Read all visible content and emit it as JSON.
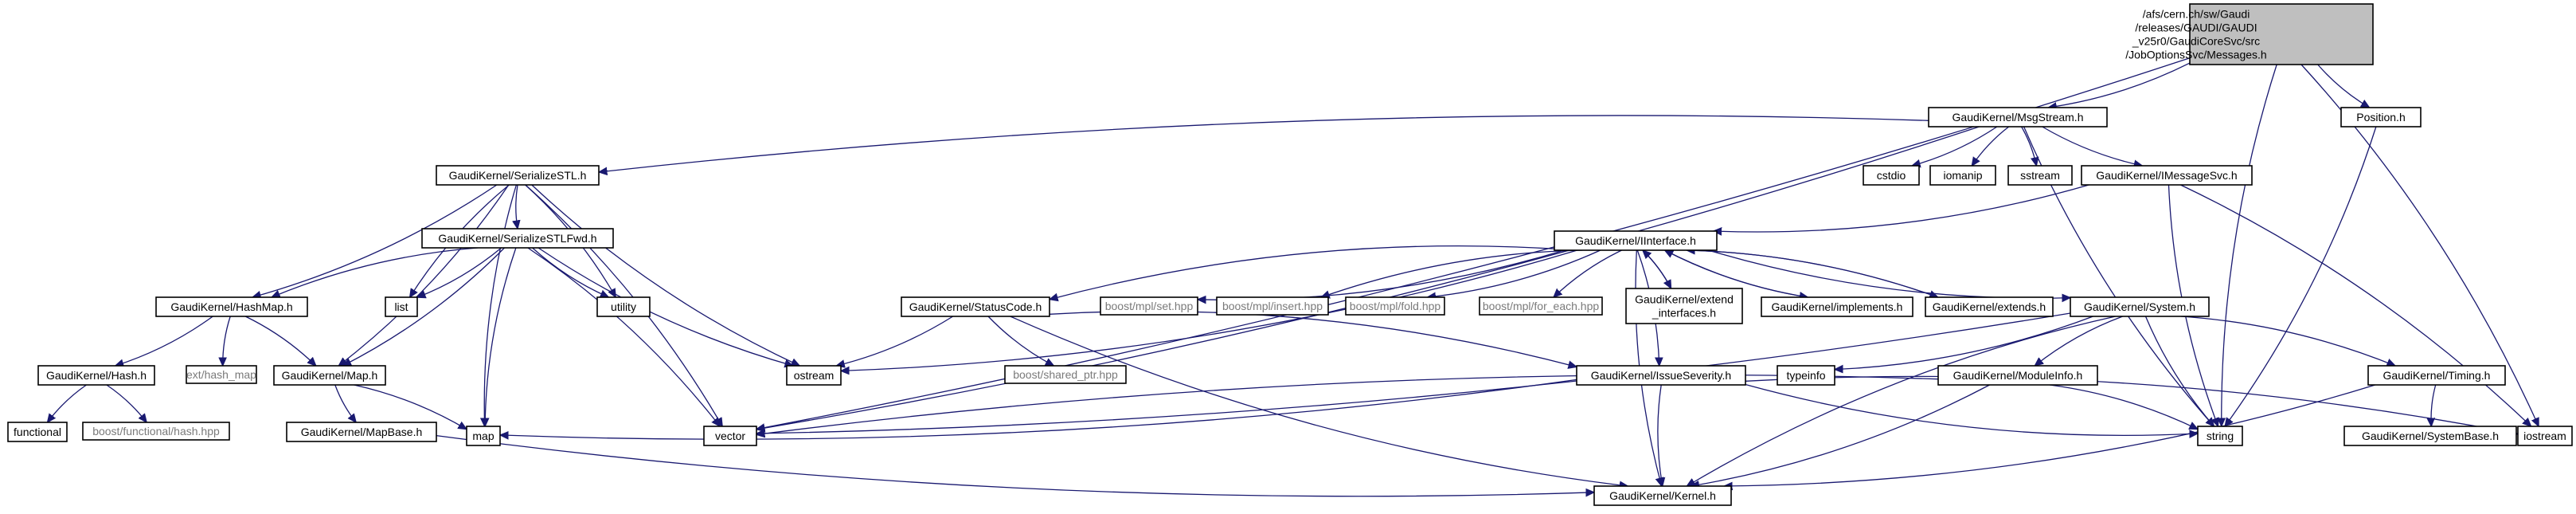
{
  "diagram": {
    "colors": {
      "edge": "#191970",
      "node_border": "#000000",
      "external_border": "#bfbfbf",
      "root_fill": "#bfbfbf",
      "node_fill": "#ffffff",
      "text": "#000000",
      "external_text": "#7a7a7a"
    },
    "nodes": [
      {
        "id": "root",
        "kind": "root",
        "lines": [
          "/afs/cern.ch/sw/Gaudi",
          "/releases/GAUDI/GAUDI",
          "_v25r0/GaudiCoreSvc/src",
          "/JobOptionsSvc/Messages.h"
        ]
      },
      {
        "id": "msgstream",
        "kind": "file",
        "lines": [
          "GaudiKernel/MsgStream.h"
        ]
      },
      {
        "id": "position",
        "kind": "file",
        "lines": [
          "Position.h"
        ]
      },
      {
        "id": "serializestl",
        "kind": "file",
        "lines": [
          "GaudiKernel/SerializeSTL.h"
        ]
      },
      {
        "id": "cstdio",
        "kind": "file",
        "lines": [
          "cstdio"
        ]
      },
      {
        "id": "iomanip",
        "kind": "file",
        "lines": [
          "iomanip"
        ]
      },
      {
        "id": "sstream",
        "kind": "file",
        "lines": [
          "sstream"
        ]
      },
      {
        "id": "imessagesvc",
        "kind": "file",
        "lines": [
          "GaudiKernel/IMessageSvc.h"
        ]
      },
      {
        "id": "serializestlfwd",
        "kind": "file",
        "lines": [
          "GaudiKernel/SerializeSTLFwd.h"
        ]
      },
      {
        "id": "iinterface",
        "kind": "file",
        "lines": [
          "GaudiKernel/IInterface.h"
        ]
      },
      {
        "id": "hashmap",
        "kind": "file",
        "lines": [
          "GaudiKernel/HashMap.h"
        ]
      },
      {
        "id": "list",
        "kind": "file",
        "lines": [
          "list"
        ]
      },
      {
        "id": "utility",
        "kind": "file",
        "lines": [
          "utility"
        ]
      },
      {
        "id": "statuscode",
        "kind": "file",
        "lines": [
          "GaudiKernel/StatusCode.h"
        ]
      },
      {
        "id": "mplset",
        "kind": "external",
        "lines": [
          "boost/mpl/set.hpp"
        ]
      },
      {
        "id": "mplinsert",
        "kind": "external",
        "lines": [
          "boost/mpl/insert.hpp"
        ]
      },
      {
        "id": "mplfold",
        "kind": "external",
        "lines": [
          "boost/mpl/fold.hpp"
        ]
      },
      {
        "id": "mplforeach",
        "kind": "external",
        "lines": [
          "boost/mpl/for_each.hpp"
        ]
      },
      {
        "id": "extendinterfaces",
        "kind": "file",
        "lines": [
          "GaudiKernel/extend",
          "_interfaces.h"
        ]
      },
      {
        "id": "implements",
        "kind": "file",
        "lines": [
          "GaudiKernel/implements.h"
        ]
      },
      {
        "id": "extends",
        "kind": "file",
        "lines": [
          "GaudiKernel/extends.h"
        ]
      },
      {
        "id": "system",
        "kind": "file",
        "lines": [
          "GaudiKernel/System.h"
        ]
      },
      {
        "id": "hash",
        "kind": "file",
        "lines": [
          "GaudiKernel/Hash.h"
        ]
      },
      {
        "id": "exthashmap",
        "kind": "external",
        "lines": [
          "ext/hash_map"
        ]
      },
      {
        "id": "map_h",
        "kind": "file",
        "lines": [
          "GaudiKernel/Map.h"
        ]
      },
      {
        "id": "ostream",
        "kind": "file",
        "lines": [
          "ostream"
        ]
      },
      {
        "id": "sharedptr",
        "kind": "external",
        "lines": [
          "boost/shared_ptr.hpp"
        ]
      },
      {
        "id": "issueseverity",
        "kind": "file",
        "lines": [
          "GaudiKernel/IssueSeverity.h"
        ]
      },
      {
        "id": "typeinfo",
        "kind": "file",
        "lines": [
          "typeinfo"
        ]
      },
      {
        "id": "moduleinfo",
        "kind": "file",
        "lines": [
          "GaudiKernel/ModuleInfo.h"
        ]
      },
      {
        "id": "timing",
        "kind": "file",
        "lines": [
          "GaudiKernel/Timing.h"
        ]
      },
      {
        "id": "functional",
        "kind": "file",
        "lines": [
          "functional"
        ]
      },
      {
        "id": "boosthash",
        "kind": "external",
        "lines": [
          "boost/functional/hash.hpp"
        ]
      },
      {
        "id": "mapbase",
        "kind": "file",
        "lines": [
          "GaudiKernel/MapBase.h"
        ]
      },
      {
        "id": "map",
        "kind": "file",
        "lines": [
          "map"
        ]
      },
      {
        "id": "vector",
        "kind": "file",
        "lines": [
          "vector"
        ]
      },
      {
        "id": "string",
        "kind": "file",
        "lines": [
          "string"
        ]
      },
      {
        "id": "iostream",
        "kind": "file",
        "lines": [
          "iostream"
        ]
      },
      {
        "id": "systembase",
        "kind": "file",
        "lines": [
          "GaudiKernel/SystemBase.h"
        ]
      },
      {
        "id": "kernel",
        "kind": "file",
        "lines": [
          "GaudiKernel/Kernel.h"
        ]
      }
    ],
    "edges": [
      [
        "root",
        "msgstream"
      ],
      [
        "root",
        "position"
      ],
      [
        "root",
        "vector"
      ],
      [
        "root",
        "string"
      ],
      [
        "root",
        "iostream"
      ],
      [
        "msgstream",
        "serializestl"
      ],
      [
        "msgstream",
        "cstdio"
      ],
      [
        "msgstream",
        "iomanip"
      ],
      [
        "msgstream",
        "sstream"
      ],
      [
        "msgstream",
        "imessagesvc"
      ],
      [
        "msgstream",
        "vector"
      ],
      [
        "msgstream",
        "string"
      ],
      [
        "position",
        "string"
      ],
      [
        "serializestl",
        "serializestlfwd"
      ],
      [
        "serializestl",
        "hashmap"
      ],
      [
        "serializestl",
        "list"
      ],
      [
        "serializestl",
        "utility"
      ],
      [
        "serializestl",
        "ostream"
      ],
      [
        "serializestl",
        "map_h"
      ],
      [
        "serializestl",
        "map"
      ],
      [
        "serializestl",
        "vector"
      ],
      [
        "serializestlfwd",
        "hashmap"
      ],
      [
        "serializestlfwd",
        "list"
      ],
      [
        "serializestlfwd",
        "utility"
      ],
      [
        "serializestlfwd",
        "map_h"
      ],
      [
        "serializestlfwd",
        "map"
      ],
      [
        "serializestlfwd",
        "vector"
      ],
      [
        "serializestlfwd",
        "ostream"
      ],
      [
        "imessagesvc",
        "iinterface"
      ],
      [
        "imessagesvc",
        "string"
      ],
      [
        "imessagesvc",
        "iostream"
      ],
      [
        "iinterface",
        "statuscode"
      ],
      [
        "iinterface",
        "mplset"
      ],
      [
        "iinterface",
        "mplinsert"
      ],
      [
        "iinterface",
        "mplfold"
      ],
      [
        "iinterface",
        "mplforeach"
      ],
      [
        "iinterface",
        "extendinterfaces"
      ],
      [
        "iinterface",
        "implements"
      ],
      [
        "iinterface",
        "extends"
      ],
      [
        "iinterface",
        "system"
      ],
      [
        "iinterface",
        "ostream"
      ],
      [
        "iinterface",
        "kernel"
      ],
      [
        "iinterface",
        "issueseverity"
      ],
      [
        "extendinterfaces",
        "iinterface"
      ],
      [
        "implements",
        "iinterface"
      ],
      [
        "extends",
        "iinterface"
      ],
      [
        "hashmap",
        "hash"
      ],
      [
        "hashmap",
        "exthashmap"
      ],
      [
        "hashmap",
        "map_h"
      ],
      [
        "hash",
        "functional"
      ],
      [
        "hash",
        "boosthash"
      ],
      [
        "map_h",
        "mapbase"
      ],
      [
        "map_h",
        "map"
      ],
      [
        "mapbase",
        "kernel"
      ],
      [
        "statuscode",
        "ostream"
      ],
      [
        "statuscode",
        "sharedptr"
      ],
      [
        "statuscode",
        "issueseverity"
      ],
      [
        "statuscode",
        "kernel"
      ],
      [
        "issueseverity",
        "map"
      ],
      [
        "issueseverity",
        "string"
      ],
      [
        "issueseverity",
        "iostream"
      ],
      [
        "issueseverity",
        "kernel"
      ],
      [
        "system",
        "typeinfo"
      ],
      [
        "system",
        "moduleinfo"
      ],
      [
        "system",
        "timing"
      ],
      [
        "system",
        "string"
      ],
      [
        "system",
        "vector"
      ],
      [
        "system",
        "kernel"
      ],
      [
        "moduleinfo",
        "string"
      ],
      [
        "moduleinfo",
        "vector"
      ],
      [
        "moduleinfo",
        "kernel"
      ],
      [
        "timing",
        "systembase"
      ],
      [
        "timing",
        "kernel"
      ]
    ]
  }
}
